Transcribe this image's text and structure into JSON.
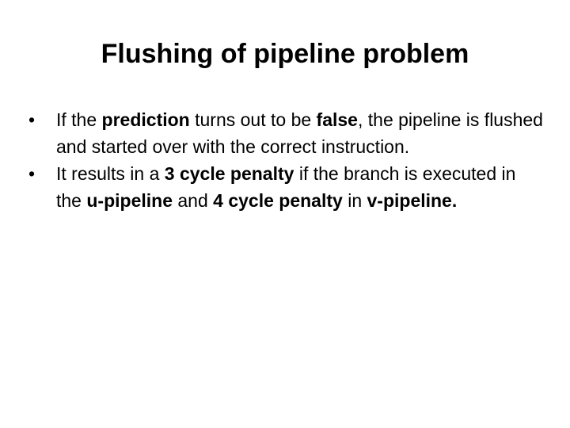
{
  "slide": {
    "title": "Flushing of pipeline problem",
    "bullet_glyph": "•",
    "bullets": [
      {
        "segments": [
          {
            "text": "If the ",
            "bold": false
          },
          {
            "text": "prediction",
            "bold": true
          },
          {
            "text": " turns out to be ",
            "bold": false
          },
          {
            "text": "false",
            "bold": true
          },
          {
            "text": ", the pipeline is flushed and started over with the correct instruction.",
            "bold": false
          }
        ]
      },
      {
        "segments": [
          {
            "text": "It results in a ",
            "bold": false
          },
          {
            "text": "3 cycle penalty",
            "bold": true
          },
          {
            "text": " if the branch is executed in the ",
            "bold": false
          },
          {
            "text": "u-pipeline",
            "bold": true
          },
          {
            "text": " and ",
            "bold": false
          },
          {
            "text": "4 cycle penalty",
            "bold": true
          },
          {
            "text": " in ",
            "bold": false
          },
          {
            "text": "v-pipeline.",
            "bold": true
          }
        ]
      }
    ]
  }
}
